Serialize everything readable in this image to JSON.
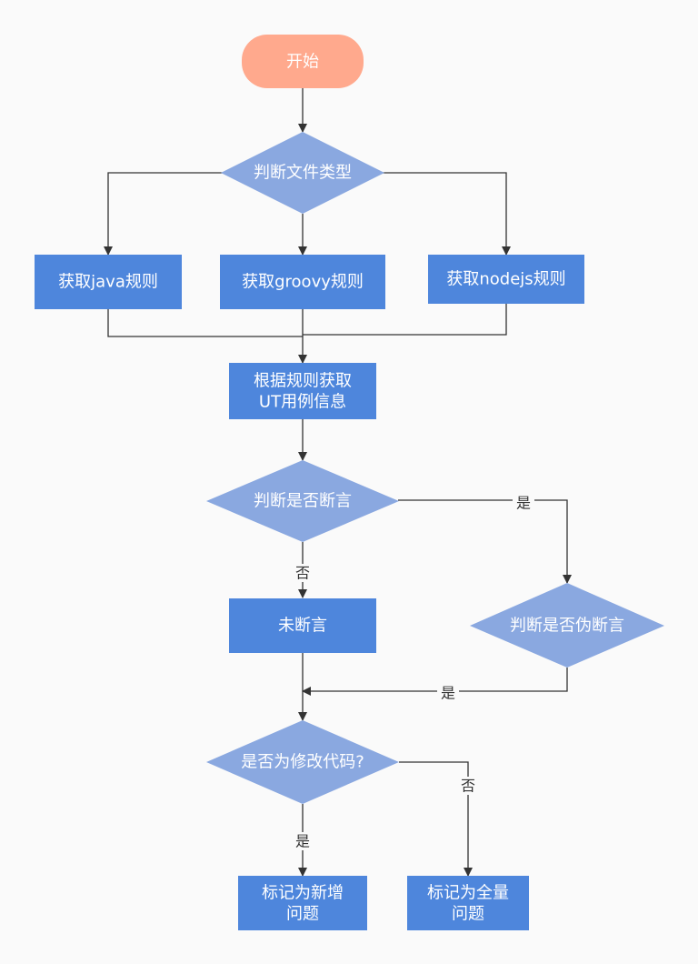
{
  "colors": {
    "start": "#ffa98d",
    "decision": "#8aa8e0",
    "process": "#4e86dc",
    "edge": "#333333",
    "background": "#fafafa"
  },
  "nodes": {
    "start": "开始",
    "judge_file_type": "判断文件类型",
    "java_rules": "获取java规则",
    "groovy_rules": "获取groovy规则",
    "nodejs_rules": "获取nodejs规则",
    "get_ut_info": [
      "根据规则获取",
      "UT用例信息"
    ],
    "judge_assert": "判断是否断言",
    "no_assert": "未断言",
    "judge_fake_assert": "判断是否伪断言",
    "is_modified_code": "是否为修改代码?",
    "mark_new": [
      "标记为新增",
      "问题"
    ],
    "mark_full": [
      "标记为全量",
      "问题"
    ]
  },
  "edge_labels": {
    "assert_yes": "是",
    "assert_no": "否",
    "fake_assert_yes": "是",
    "modified_no": "否",
    "modified_yes": "是"
  }
}
